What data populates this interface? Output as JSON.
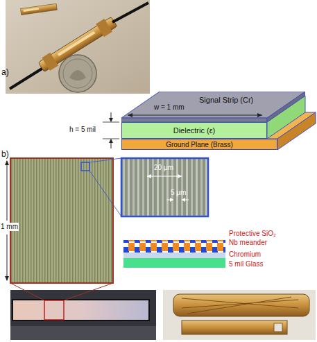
{
  "diagram": {
    "nodes": [
      {
        "text": [
          "Signal Strip (Cr)"
        ]
      },
      {
        "text": [
          "Dielectric (ε)"
        ]
      },
      {
        "text": [
          "Ground Plane (Brass)"
        ]
      }
    ],
    "labels": [
      "a)",
      "w = 1 mm",
      "h = 5 mil",
      "b)",
      "1 mm",
      "20 μm",
      "5 μm",
      "Protective SiO₂",
      "Nb meander",
      "Chromium",
      "5 mil Glass"
    ]
  }
}
